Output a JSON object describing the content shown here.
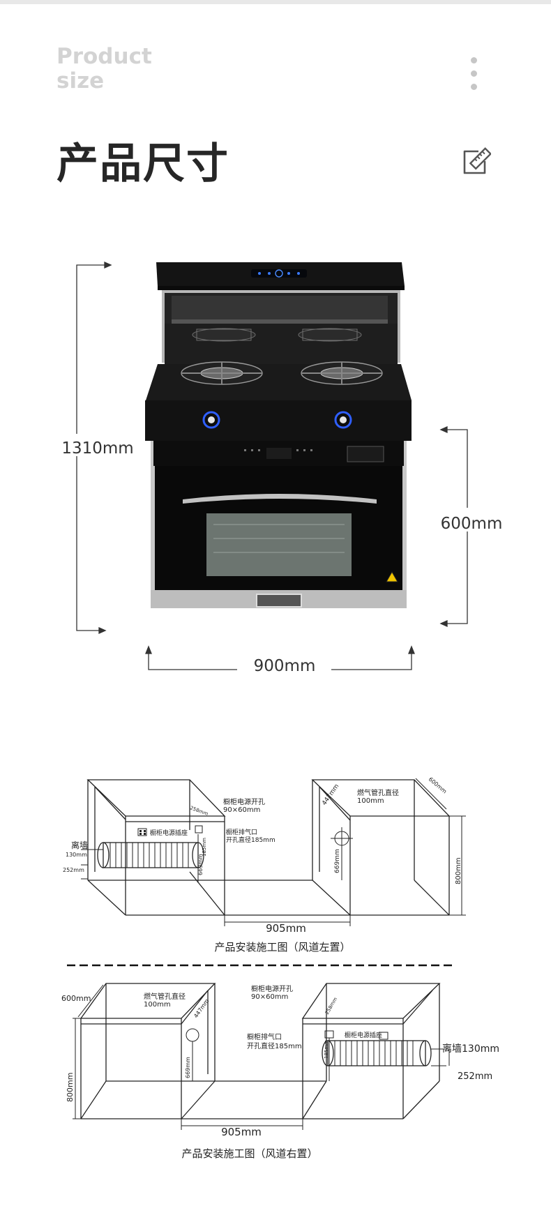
{
  "header": {
    "eyebrow_line1": "Product",
    "eyebrow_line2": "size",
    "title": "产品尺寸"
  },
  "product": {
    "height_label": "1310mm",
    "depth_label": "600mm",
    "width_label": "900mm"
  },
  "install_left": {
    "wall_label": "离墙",
    "wall_value": "130mm",
    "bottom_value": "252mm",
    "top_dim": "258mm",
    "socket_text": "橱柜电源插座",
    "power_hole_line1": "橱柜电源开孔",
    "power_hole_line2": "90×60mm",
    "exhaust_line1": "橱柜排气口",
    "exhaust_line2": "开孔直径185mm",
    "exhaust_vert": "185mm",
    "gas_line1": "燃气管孔直径",
    "gas_line2": "100mm",
    "gas_dim": "447mm",
    "depth_dim": "600mm",
    "height_669": "669mm",
    "height_800": "800mm",
    "span": "905mm",
    "caption": "产品安装施工图（风道左置）"
  },
  "install_right": {
    "depth_dim": "600mm",
    "height_800": "800mm",
    "gas_line1": "燃气管孔直径",
    "gas_line2": "100mm",
    "gas_dim": "447mm",
    "height_669": "669mm",
    "power_hole_line1": "橱柜电源开孔",
    "power_hole_line2": "90×60mm",
    "top_dim": "258mm",
    "socket_text": "橱柜电源插座",
    "exhaust_line1": "橱柜排气口",
    "exhaust_line2": "开孔直径185mm",
    "exhaust_vert": "185mm",
    "wall_label": "离墙130mm",
    "bottom_value": "252mm",
    "span": "905mm",
    "caption": "产品安装施工图（风道右置）"
  }
}
